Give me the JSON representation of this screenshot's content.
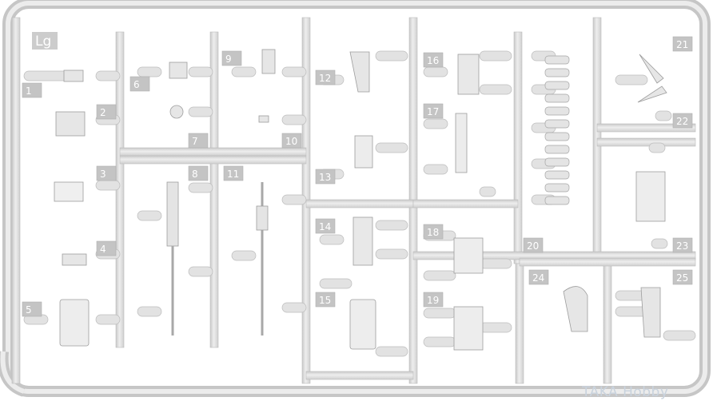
{
  "sprue": {
    "letter": "Lg",
    "colors": {
      "background": "#ffffff",
      "plastic": "#dedede",
      "plastic_edge": "#b9b9b9",
      "tag_fill": "#bdbdbd"
    },
    "part_numbers": [
      "1",
      "2",
      "3",
      "4",
      "5",
      "6",
      "7",
      "8",
      "9",
      "10",
      "11",
      "12",
      "13",
      "14",
      "15",
      "16",
      "17",
      "18",
      "19",
      "20",
      "21",
      "22",
      "23",
      "24",
      "25"
    ]
  },
  "watermark": {
    "text": "TAKA Hobby"
  }
}
